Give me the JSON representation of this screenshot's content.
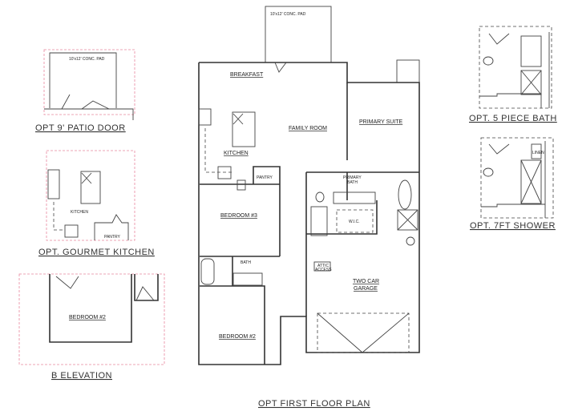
{
  "main_plan": {
    "title": "OPT FIRST FLOOR PLAN",
    "rooms": {
      "conc_pad": "10'x12' CONC. PAD",
      "breakfast": "BREAKFAST",
      "family_room": "FAMILY ROOM",
      "kitchen": "KITCHEN",
      "pantry": "PANTRY",
      "primary_suite": "PRIMARY SUITE",
      "primary_bath_1": "PRIMARY",
      "primary_bath_2": "BATH",
      "wic": "W.I.C.",
      "bedroom3": "BEDROOM #3",
      "bath": "BATH",
      "bedroom2": "BEDROOM #2",
      "attic_1": "ATTIC",
      "attic_2": "ACCESS",
      "garage_1": "TWO CAR",
      "garage_2": "GARAGE"
    }
  },
  "options": {
    "patio_door": {
      "title": "OPT 9' PATIO DOOR",
      "pad": "10'x12' CONC. PAD"
    },
    "gourmet_kitchen": {
      "title": "OPT. GOURMET KITCHEN",
      "kitchen": "KITCHEN",
      "pantry": "PANTRY"
    },
    "b_elevation": {
      "title": "B ELEVATION",
      "bedroom": "BEDROOM #2"
    },
    "five_piece_bath": {
      "title": "OPT. 5 PIECE BATH"
    },
    "seven_ft_shower": {
      "title": "OPT. 7FT SHOWER",
      "linen": "LINEN"
    }
  },
  "colors": {
    "walls": "#333333",
    "option_boundary": "#e8879f"
  }
}
